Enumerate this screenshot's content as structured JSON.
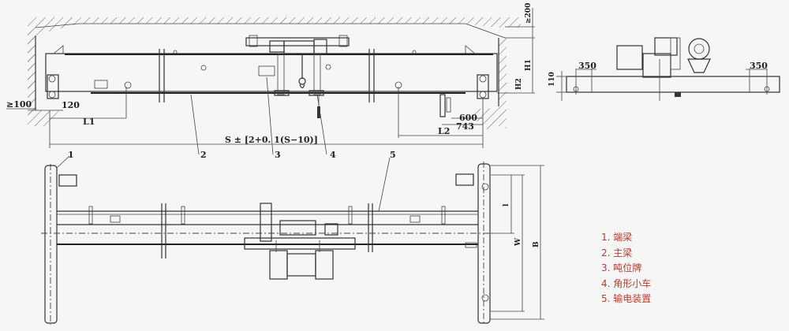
{
  "legend": {
    "items": [
      {
        "num": "1.",
        "label": "端梁"
      },
      {
        "num": "2.",
        "label": "主梁"
      },
      {
        "num": "3.",
        "label": "吨位牌"
      },
      {
        "num": "4.",
        "label": "角形小车"
      },
      {
        "num": "5.",
        "label": "输电装置"
      }
    ],
    "color": "#c0392b"
  },
  "dimensions": {
    "gap_min": "≥100",
    "dim_120": "120",
    "L1": "L1",
    "L2": "L2",
    "dim_600": "600",
    "dim_743": "743",
    "span": "S ± [2+0. 1(S−10)]",
    "top_clear": "≥200",
    "H1": "H1",
    "H2": "H2",
    "dim_110": "110",
    "dim_350_left": "350",
    "dim_350_right": "350",
    "inner_l": "l",
    "wheel_base": "W",
    "end_b": "B"
  },
  "callouts": [
    "1",
    "2",
    "3",
    "4",
    "5"
  ],
  "colors": {
    "background": "#f6f6f6",
    "line": "#333333",
    "legend": "#c0392b"
  }
}
